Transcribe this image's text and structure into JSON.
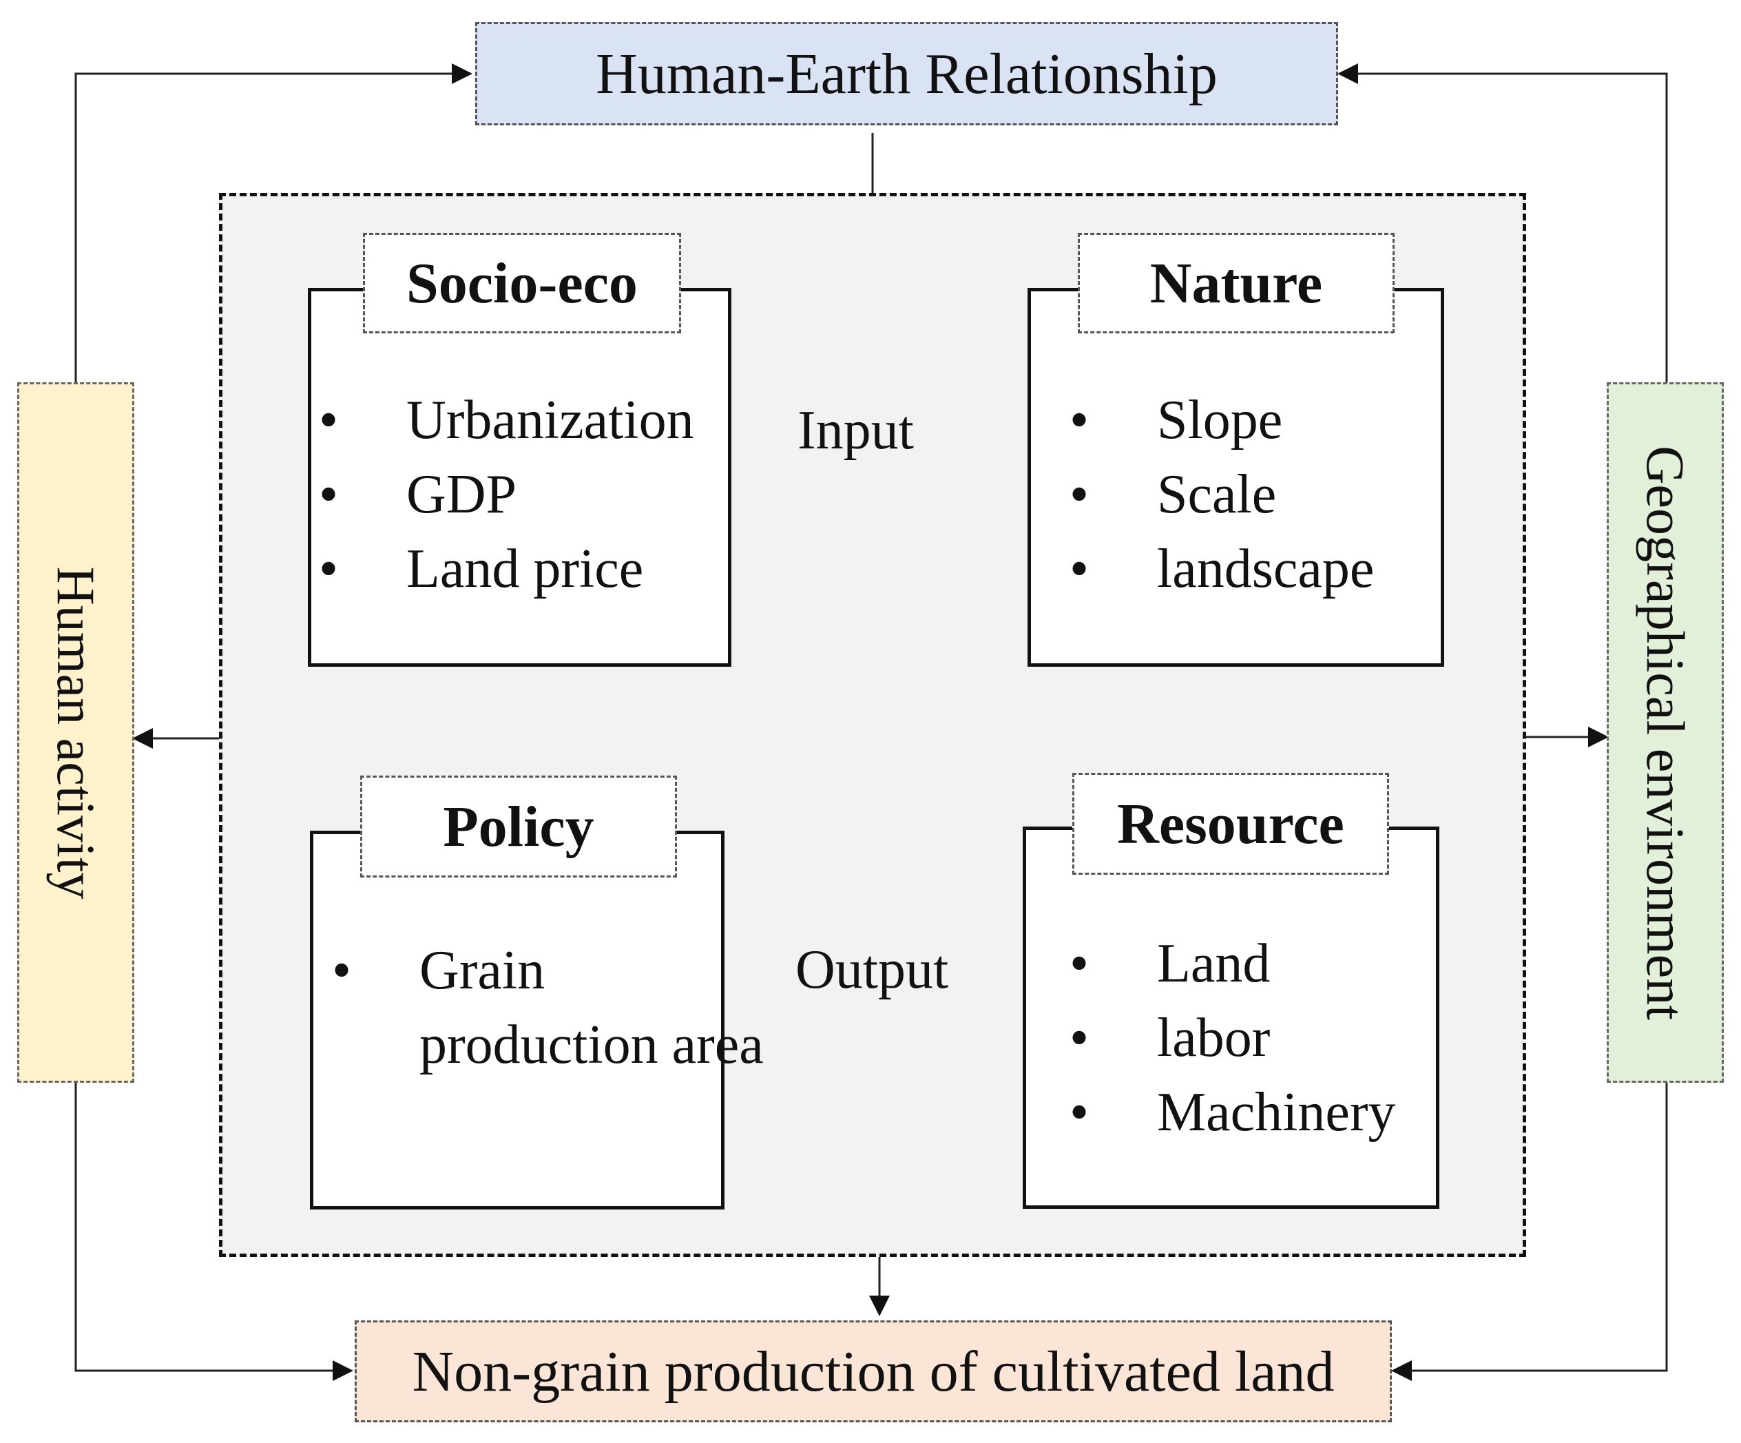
{
  "diagram": {
    "top": "Human-Earth Relationship",
    "bottom": "Non-grain production of cultivated land",
    "left": "Human activity",
    "right": "Geographical environment",
    "edges": {
      "input": "Input",
      "output": "Output"
    },
    "panels": {
      "socio_eco": {
        "title": "Socio-eco",
        "items": [
          "Urbanization",
          "GDP",
          "Land price"
        ]
      },
      "nature": {
        "title": "Nature",
        "items": [
          "Slope",
          "Scale",
          "landscape"
        ]
      },
      "policy": {
        "title": "Policy",
        "items": [
          "Grain production area"
        ]
      },
      "resource": {
        "title": "Resource",
        "items": [
          "Land",
          "labor",
          "Machinery"
        ]
      }
    },
    "colors": {
      "top_fill": "#dae3f3",
      "bottom_fill": "#fbe5d6",
      "left_fill": "#fff2cc",
      "right_fill": "#e2f0d9",
      "group_fill": "#f2f2f2",
      "stroke": "#111111"
    }
  }
}
